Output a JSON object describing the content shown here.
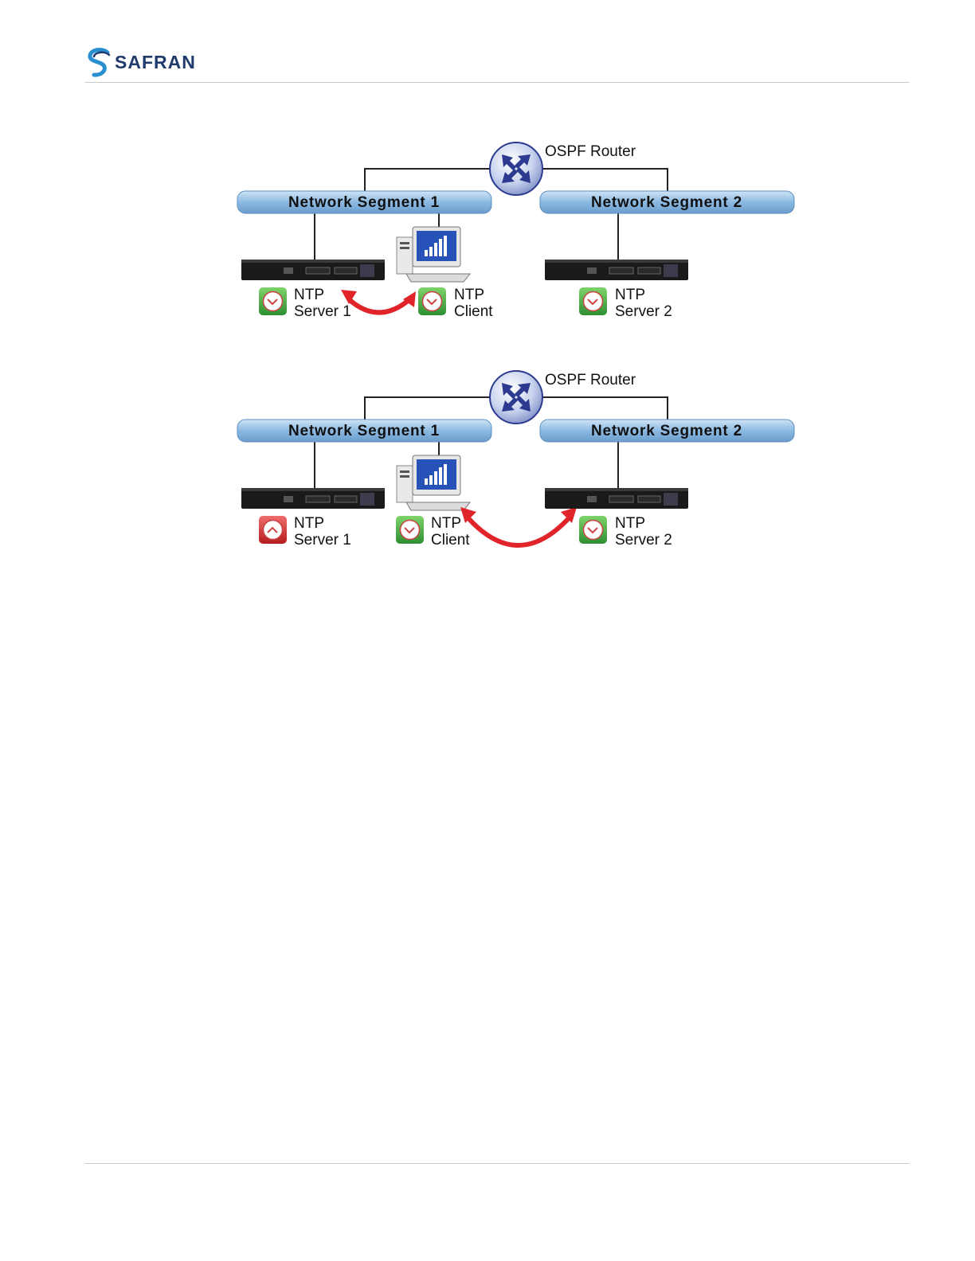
{
  "header": {
    "brand_name": "SAFRAN",
    "brand_color": "#1f3a6b"
  },
  "diagrams": [
    {
      "router": {
        "label": "OSPF Router"
      },
      "segments": [
        {
          "label": "Network Segment 1"
        },
        {
          "label": "Network Segment 2"
        }
      ],
      "server1": {
        "line1": "NTP",
        "line2": "Server 1",
        "status": "ok"
      },
      "client": {
        "line1": "NTP",
        "line2": "Client"
      },
      "server2": {
        "line1": "NTP",
        "line2": "Server 2",
        "status": "ok"
      },
      "sync_with": "server1"
    },
    {
      "router": {
        "label": "OSPF Router"
      },
      "segments": [
        {
          "label": "Network Segment 1"
        },
        {
          "label": "Network Segment 2"
        }
      ],
      "server1": {
        "line1": "NTP",
        "line2": "Server 1",
        "status": "fault"
      },
      "client": {
        "line1": "NTP",
        "line2": "Client"
      },
      "server2": {
        "line1": "NTP",
        "line2": "Server 2",
        "status": "ok"
      },
      "sync_with": "server2"
    }
  ],
  "colors": {
    "segment_bar": "#8cb9e1",
    "status_ok": "#3ea843",
    "status_fault": "#cf2a2a",
    "sync_arrow": "#e1232a",
    "router": "#2c3a8f"
  }
}
